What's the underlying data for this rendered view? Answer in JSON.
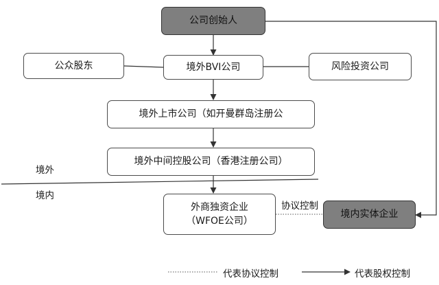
{
  "nodes": {
    "founder": "公司创始人",
    "public_shareholders": "公众股东",
    "offshore_bvi": "境外BVI公司",
    "venture_capital": "风险投资公司",
    "offshore_listed": "境外上市公司（如开曼群岛注册公",
    "offshore_intermediate": "境外中间控股公司（香港注册公司）",
    "wfoe_line1": "外商独资企业",
    "wfoe_line2": "（WFOE公司）",
    "domestic_entity": "境内实体企业"
  },
  "regions": {
    "offshore": "境外",
    "onshore": "境内"
  },
  "edge_labels": {
    "agreement_control": "协议控制"
  },
  "legend": {
    "agreement_control": "代表协议控制",
    "equity_control": "代表股权控制"
  },
  "colors": {
    "dark_box_fill": "#7f7f7f",
    "line": "#333333"
  }
}
